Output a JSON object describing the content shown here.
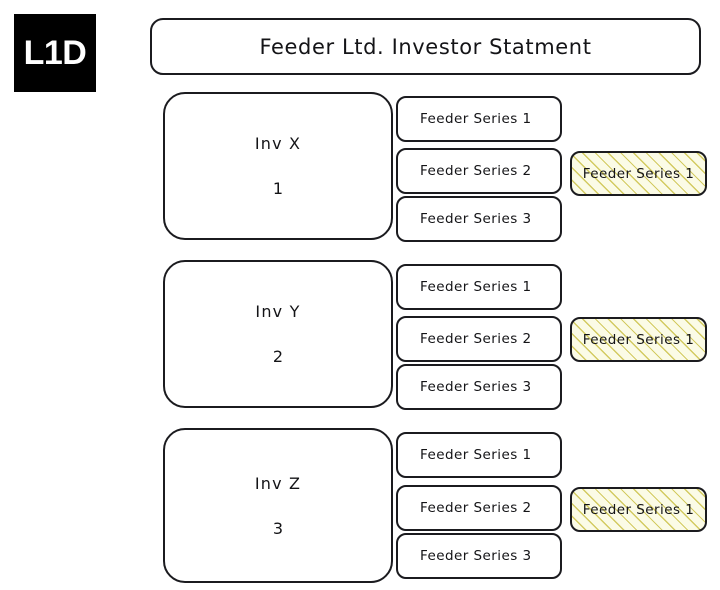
{
  "logo": {
    "text": "L1D",
    "background": "#000000",
    "foreground": "#ffffff"
  },
  "header": {
    "title": "Feeder Ltd. Investor Statment"
  },
  "colors": {
    "stroke": "#1b1b1f",
    "box_fill": "#ffffff",
    "highlight_fill": "#fbfbe6",
    "highlight_hatch": "#d1c85a",
    "text": "#141417"
  },
  "rows": [
    {
      "investor": {
        "name": "Inv X",
        "number": "1"
      },
      "series": [
        {
          "label": "Feeder Series 1"
        },
        {
          "label": "Feeder Series 2"
        },
        {
          "label": "Feeder Series 3"
        }
      ],
      "highlight": {
        "label": "Feeder Series 1"
      }
    },
    {
      "investor": {
        "name": "Inv Y",
        "number": "2"
      },
      "series": [
        {
          "label": "Feeder Series 1"
        },
        {
          "label": "Feeder Series 2"
        },
        {
          "label": "Feeder Series 3"
        }
      ],
      "highlight": {
        "label": "Feeder Series 1"
      }
    },
    {
      "investor": {
        "name": "Inv Z",
        "number": "3"
      },
      "series": [
        {
          "label": "Feeder Series 1"
        },
        {
          "label": "Feeder Series 2"
        },
        {
          "label": "Feeder Series 3"
        }
      ],
      "highlight": {
        "label": "Feeder Series 1"
      }
    }
  ]
}
